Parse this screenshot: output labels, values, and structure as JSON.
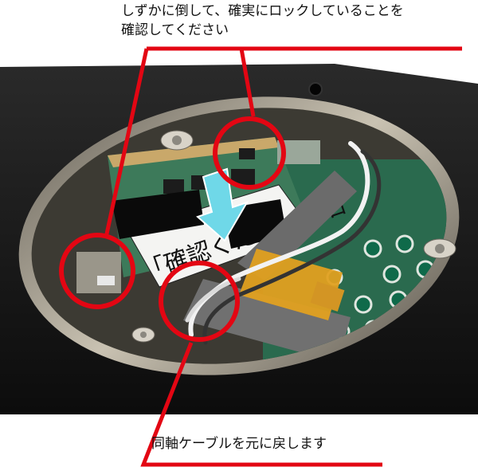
{
  "captions": {
    "top_line1": "しずかに倒して、確実にロックしていることを",
    "top_line2": "確認してください",
    "bottom": "同軸ケーブルを元に戻します"
  },
  "label_on_photo": "「確認ください」名",
  "colors": {
    "callout_red": "#e30613",
    "laptop_black": "#121212",
    "ring_silver": "#b9b2a3",
    "board_green": "#2a6a4e",
    "tape_gold": "#e0a020",
    "arrow_cyan": "#6fd8e8"
  }
}
